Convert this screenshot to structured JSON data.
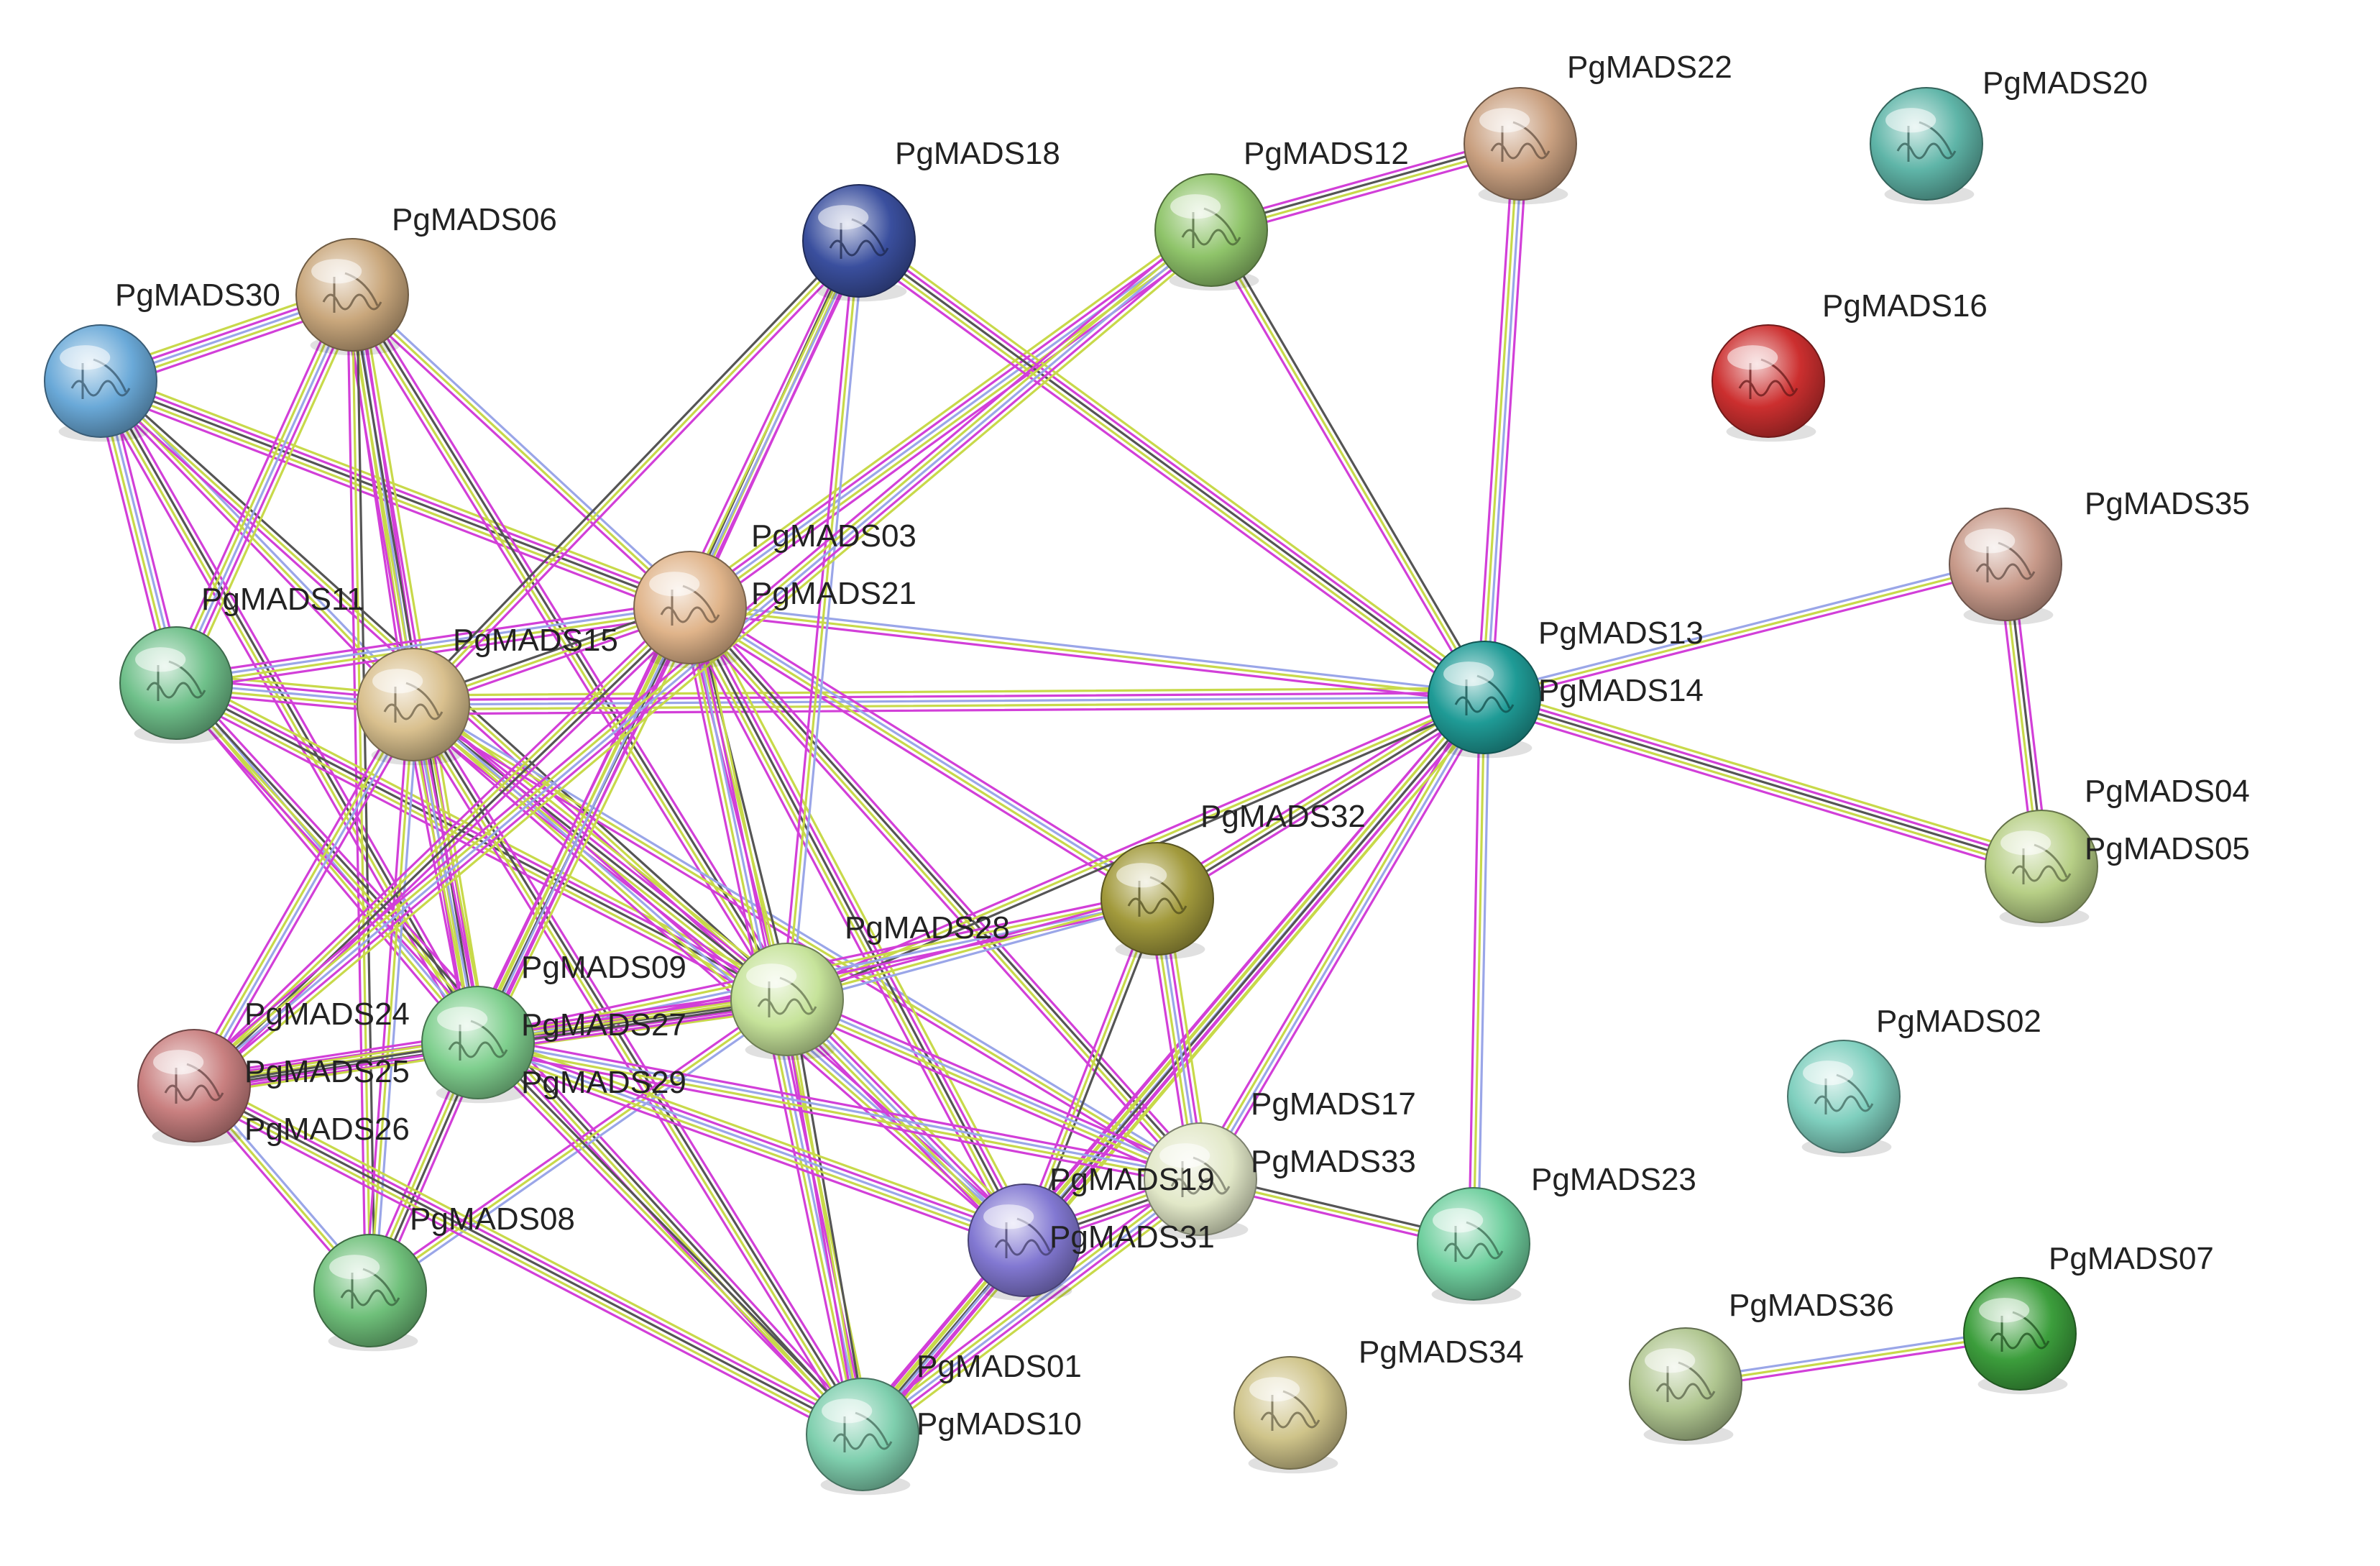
{
  "network": {
    "nodes": [
      {
        "id": "PgMADS06",
        "labels": [
          "PgMADS06"
        ],
        "color": "#c9a77c"
      },
      {
        "id": "PgMADS30",
        "labels": [
          "PgMADS30"
        ],
        "color": "#6aa9d8"
      },
      {
        "id": "PgMADS18",
        "labels": [
          "PgMADS18"
        ],
        "color": "#3a4f9e"
      },
      {
        "id": "PgMADS12",
        "labels": [
          "PgMADS12"
        ],
        "color": "#8fc46a"
      },
      {
        "id": "PgMADS22",
        "labels": [
          "PgMADS22"
        ],
        "color": "#c9a080"
      },
      {
        "id": "PgMADS20",
        "labels": [
          "PgMADS20"
        ],
        "color": "#5fb5a8"
      },
      {
        "id": "PgMADS16",
        "labels": [
          "PgMADS16"
        ],
        "color": "#cc2f2f"
      },
      {
        "id": "PgMADS35",
        "labels": [
          "PgMADS35"
        ],
        "color": "#c89a8a"
      },
      {
        "id": "PgMADS03",
        "labels": [
          "PgMADS03",
          "PgMADS21"
        ],
        "color": "#e0b48a"
      },
      {
        "id": "PgMADS11",
        "labels": [
          "PgMADS11"
        ],
        "color": "#6fc08a"
      },
      {
        "id": "PgMADS15",
        "labels": [
          "PgMADS15"
        ],
        "color": "#d9c08e"
      },
      {
        "id": "PgMADS13",
        "labels": [
          "PgMADS13",
          "PgMADS14"
        ],
        "color": "#1f9b96"
      },
      {
        "id": "PgMADS04",
        "labels": [
          "PgMADS04",
          "PgMADS05"
        ],
        "color": "#b7cf86"
      },
      {
        "id": "PgMADS32",
        "labels": [
          "PgMADS32"
        ],
        "color": "#a29a3c"
      },
      {
        "id": "PgMADS28",
        "labels": [
          "PgMADS28"
        ],
        "color": "#c6e39a"
      },
      {
        "id": "PgMADS09",
        "labels": [
          "PgMADS09",
          "PgMADS27",
          "PgMADS29"
        ],
        "color": "#7fcf8e"
      },
      {
        "id": "PgMADS24",
        "labels": [
          "PgMADS24",
          "PgMADS25",
          "PgMADS26"
        ],
        "color": "#c98080"
      },
      {
        "id": "PgMADS02",
        "labels": [
          "PgMADS02"
        ],
        "color": "#7fcfbe"
      },
      {
        "id": "PgMADS17",
        "labels": [
          "PgMADS17",
          "PgMADS33"
        ],
        "color": "#e2e8c8"
      },
      {
        "id": "PgMADS19",
        "labels": [
          "PgMADS19",
          "PgMADS31"
        ],
        "color": "#8278d2"
      },
      {
        "id": "PgMADS23",
        "labels": [
          "PgMADS23"
        ],
        "color": "#6fcf9e"
      },
      {
        "id": "PgMADS08",
        "labels": [
          "PgMADS08"
        ],
        "color": "#6fc07a"
      },
      {
        "id": "PgMADS07",
        "labels": [
          "PgMADS07"
        ],
        "color": "#3c9e3c"
      },
      {
        "id": "PgMADS36",
        "labels": [
          "PgMADS36"
        ],
        "color": "#b0c690"
      },
      {
        "id": "PgMADS34",
        "labels": [
          "PgMADS34"
        ],
        "color": "#cfc48a"
      },
      {
        "id": "PgMADS01",
        "labels": [
          "PgMADS01",
          "PgMADS10"
        ],
        "color": "#7fcfae"
      }
    ],
    "edges": [
      [
        "PgMADS30",
        "PgMADS06"
      ],
      [
        "PgMADS30",
        "PgMADS11"
      ],
      [
        "PgMADS30",
        "PgMADS15"
      ],
      [
        "PgMADS30",
        "PgMADS03"
      ],
      [
        "PgMADS30",
        "PgMADS09"
      ],
      [
        "PgMADS30",
        "PgMADS28"
      ],
      [
        "PgMADS06",
        "PgMADS11"
      ],
      [
        "PgMADS06",
        "PgMADS15"
      ],
      [
        "PgMADS06",
        "PgMADS03"
      ],
      [
        "PgMADS06",
        "PgMADS09"
      ],
      [
        "PgMADS06",
        "PgMADS28"
      ],
      [
        "PgMADS06",
        "PgMADS08"
      ],
      [
        "PgMADS11",
        "PgMADS15"
      ],
      [
        "PgMADS11",
        "PgMADS03"
      ],
      [
        "PgMADS11",
        "PgMADS09"
      ],
      [
        "PgMADS11",
        "PgMADS28"
      ],
      [
        "PgMADS11",
        "PgMADS01"
      ],
      [
        "PgMADS15",
        "PgMADS03"
      ],
      [
        "PgMADS15",
        "PgMADS09"
      ],
      [
        "PgMADS15",
        "PgMADS24"
      ],
      [
        "PgMADS15",
        "PgMADS08"
      ],
      [
        "PgMADS15",
        "PgMADS28"
      ],
      [
        "PgMADS15",
        "PgMADS01"
      ],
      [
        "PgMADS15",
        "PgMADS18"
      ],
      [
        "PgMADS15",
        "PgMADS13"
      ],
      [
        "PgMADS15",
        "PgMADS19"
      ],
      [
        "PgMADS15",
        "PgMADS17"
      ],
      [
        "PgMADS03",
        "PgMADS09"
      ],
      [
        "PgMADS03",
        "PgMADS24"
      ],
      [
        "PgMADS03",
        "PgMADS28"
      ],
      [
        "PgMADS03",
        "PgMADS01"
      ],
      [
        "PgMADS03",
        "PgMADS32"
      ],
      [
        "PgMADS03",
        "PgMADS13"
      ],
      [
        "PgMADS03",
        "PgMADS19"
      ],
      [
        "PgMADS03",
        "PgMADS17"
      ],
      [
        "PgMADS03",
        "PgMADS18"
      ],
      [
        "PgMADS03",
        "PgMADS12"
      ],
      [
        "PgMADS18",
        "PgMADS09"
      ],
      [
        "PgMADS18",
        "PgMADS28"
      ],
      [
        "PgMADS18",
        "PgMADS13"
      ],
      [
        "PgMADS12",
        "PgMADS22"
      ],
      [
        "PgMADS12",
        "PgMADS13"
      ],
      [
        "PgMADS12",
        "PgMADS24"
      ],
      [
        "PgMADS22",
        "PgMADS13"
      ],
      [
        "PgMADS13",
        "PgMADS35"
      ],
      [
        "PgMADS13",
        "PgMADS04"
      ],
      [
        "PgMADS13",
        "PgMADS32"
      ],
      [
        "PgMADS13",
        "PgMADS28"
      ],
      [
        "PgMADS13",
        "PgMADS19"
      ],
      [
        "PgMADS13",
        "PgMADS17"
      ],
      [
        "PgMADS13",
        "PgMADS23"
      ],
      [
        "PgMADS13",
        "PgMADS01"
      ],
      [
        "PgMADS35",
        "PgMADS04"
      ],
      [
        "PgMADS32",
        "PgMADS19"
      ],
      [
        "PgMADS32",
        "PgMADS17"
      ],
      [
        "PgMADS32",
        "PgMADS09"
      ],
      [
        "PgMADS32",
        "PgMADS28"
      ],
      [
        "PgMADS28",
        "PgMADS09"
      ],
      [
        "PgMADS28",
        "PgMADS24"
      ],
      [
        "PgMADS28",
        "PgMADS01"
      ],
      [
        "PgMADS28",
        "PgMADS19"
      ],
      [
        "PgMADS28",
        "PgMADS17"
      ],
      [
        "PgMADS28",
        "PgMADS08"
      ],
      [
        "PgMADS09",
        "PgMADS24"
      ],
      [
        "PgMADS09",
        "PgMADS08"
      ],
      [
        "PgMADS09",
        "PgMADS01"
      ],
      [
        "PgMADS09",
        "PgMADS19"
      ],
      [
        "PgMADS09",
        "PgMADS17"
      ],
      [
        "PgMADS24",
        "PgMADS08"
      ],
      [
        "PgMADS24",
        "PgMADS01"
      ],
      [
        "PgMADS17",
        "PgMADS19"
      ],
      [
        "PgMADS17",
        "PgMADS23"
      ],
      [
        "PgMADS17",
        "PgMADS01"
      ],
      [
        "PgMADS19",
        "PgMADS01"
      ],
      [
        "PgMADS36",
        "PgMADS07"
      ]
    ]
  }
}
